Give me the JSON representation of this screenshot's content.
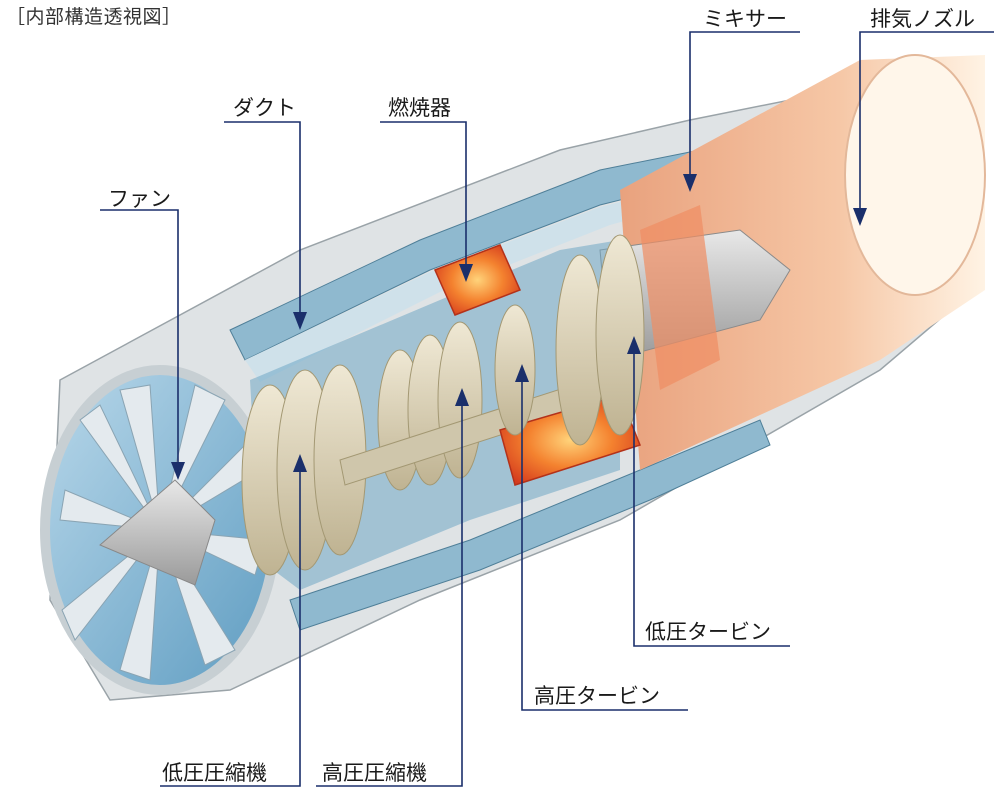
{
  "figure": {
    "title": "［内部構造透視図］"
  },
  "labels": {
    "fan": "ファン",
    "duct": "ダクト",
    "combustor": "燃焼器",
    "mixer": "ミキサー",
    "exhaust_nozzle": "排気ノズル",
    "low_pressure_compressor": "低圧圧縮機",
    "high_pressure_compressor": "高圧圧縮機",
    "high_pressure_turbine": "高圧タービン",
    "low_pressure_turbine": "低圧タービン"
  },
  "colors": {
    "leader_line": "#1a2f6b",
    "casing_blue": "#5d97b3",
    "casing_light": "#d7dfe3",
    "compressor_beige": "#d9cfb4",
    "combustion_orange": "#e8552b",
    "exhaust_peach": "#f2b08d"
  }
}
